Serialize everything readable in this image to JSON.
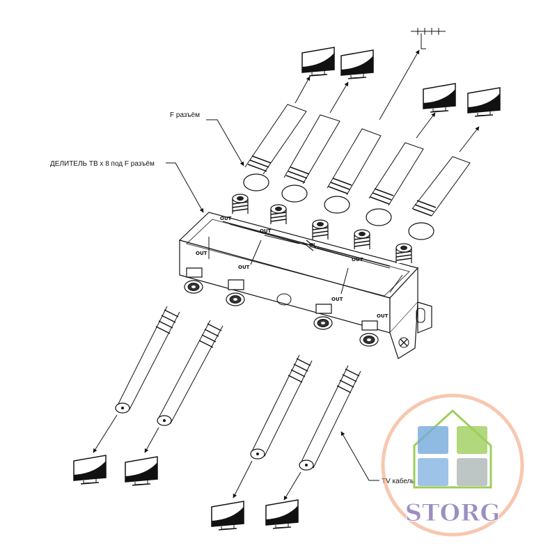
{
  "labels": {
    "f_connector": "F разъём",
    "splitter": "ДЕЛИТЕЛЬ ТВ х 8 под F разъём",
    "tv_cable": "TV кабель"
  },
  "ports": {
    "out": "OUT",
    "in": "IN"
  },
  "logo": {
    "text": "STORG",
    "colors": {
      "orange": "#f4a37a",
      "green": "#8cc63f",
      "blue": "#5b9bd5",
      "purple": "#8a7bb8",
      "gray": "#7f8c8d"
    }
  }
}
